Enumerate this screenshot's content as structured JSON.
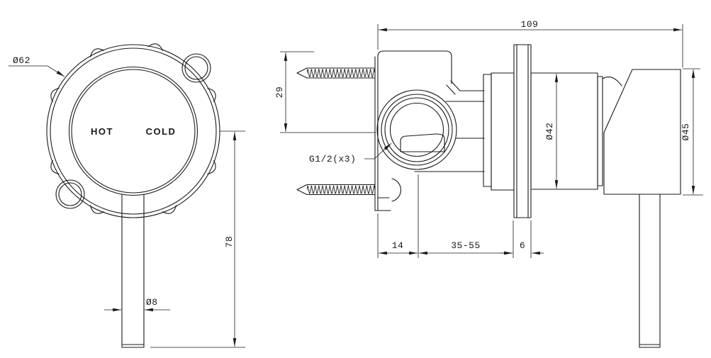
{
  "drawing": {
    "description": "Technical dimension drawing of a wall-mounted shower mixer tap, front view and side view",
    "line_color": "#1a1a1a",
    "background_color": "#ffffff",
    "front_view": {
      "hot_label": "HOT",
      "cold_label": "COLD",
      "dims": {
        "faceplate_diameter": "Ø62",
        "handle_length": "78",
        "handle_rod_diameter": "Ø8"
      }
    },
    "side_view": {
      "dims": {
        "overall_depth": "109",
        "screw_to_center": "29",
        "inlet_thread": "G1/2(x3)",
        "trim_diameter": "Ø42",
        "handle_hub_diameter": "Ø45",
        "body_depth": "14",
        "wall_thickness_range": "35-55",
        "plate_thickness": "6"
      }
    }
  }
}
